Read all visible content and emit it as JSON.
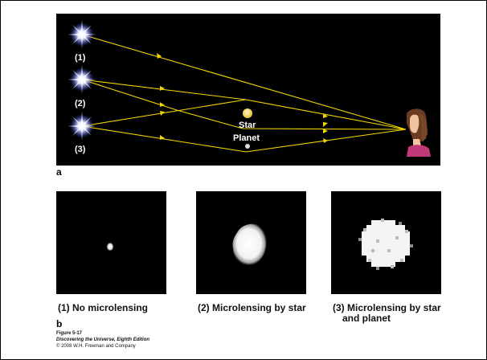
{
  "panel_a": {
    "label": "a",
    "sources": [
      "(1)",
      "(2)",
      "(3)"
    ],
    "star_label": "Star",
    "planet_label": "Planet"
  },
  "panel_b": {
    "label": "b",
    "captions": [
      {
        "line1": "(1) No microlensing",
        "line2": ""
      },
      {
        "line1": "(2) Microlensing by star",
        "line2": ""
      },
      {
        "line1": "(3) Microlensing by star",
        "line2": "and planet"
      }
    ]
  },
  "credit": {
    "figure": "Figure 5-17",
    "book": "Discovering the Universe, Eighth Edition",
    "copyright": "© 2008 W.H. Freeman and Company"
  },
  "colors": {
    "ray": "#f2d600",
    "background": "#000000",
    "star": "#f7e27a"
  }
}
